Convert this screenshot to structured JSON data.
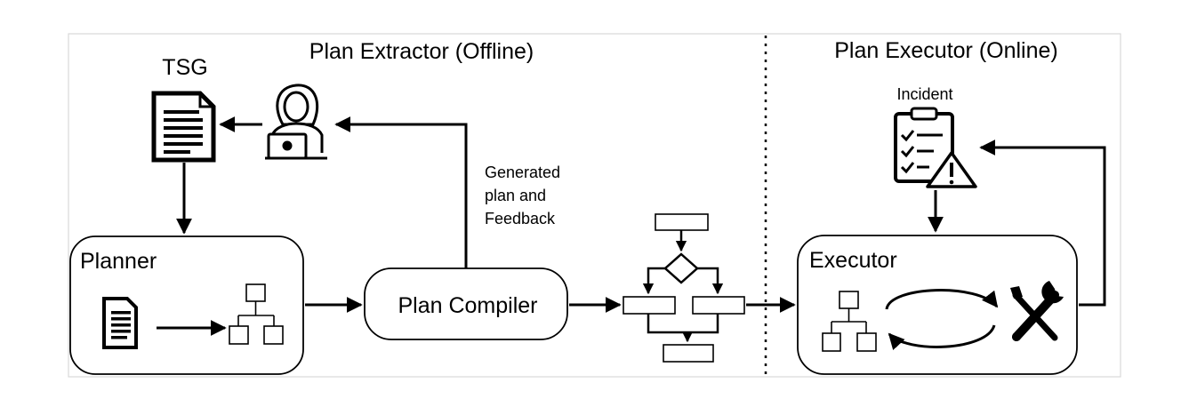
{
  "sections": {
    "extractor_title": "Plan Extractor (Offline)",
    "executor_title": "Plan Executor (Online)"
  },
  "labels": {
    "tsg": "TSG",
    "planner": "Planner",
    "plan_compiler": "Plan Compiler",
    "executor": "Executor",
    "incident": "Incident",
    "feedback_line1": "Generated",
    "feedback_line2": "plan and",
    "feedback_line3": "Feedback"
  },
  "icons": {
    "tsg_document": "document-icon",
    "reviewer": "person-with-laptop-icon",
    "planner_document": "document-icon",
    "planner_tree": "tree-structure-icon",
    "flowchart": "flowchart-icon",
    "incident": "clipboard-warning-icon",
    "executor_tree": "tree-structure-icon",
    "cycle": "cycle-arrows-icon",
    "tools": "wrench-screwdriver-icon"
  }
}
